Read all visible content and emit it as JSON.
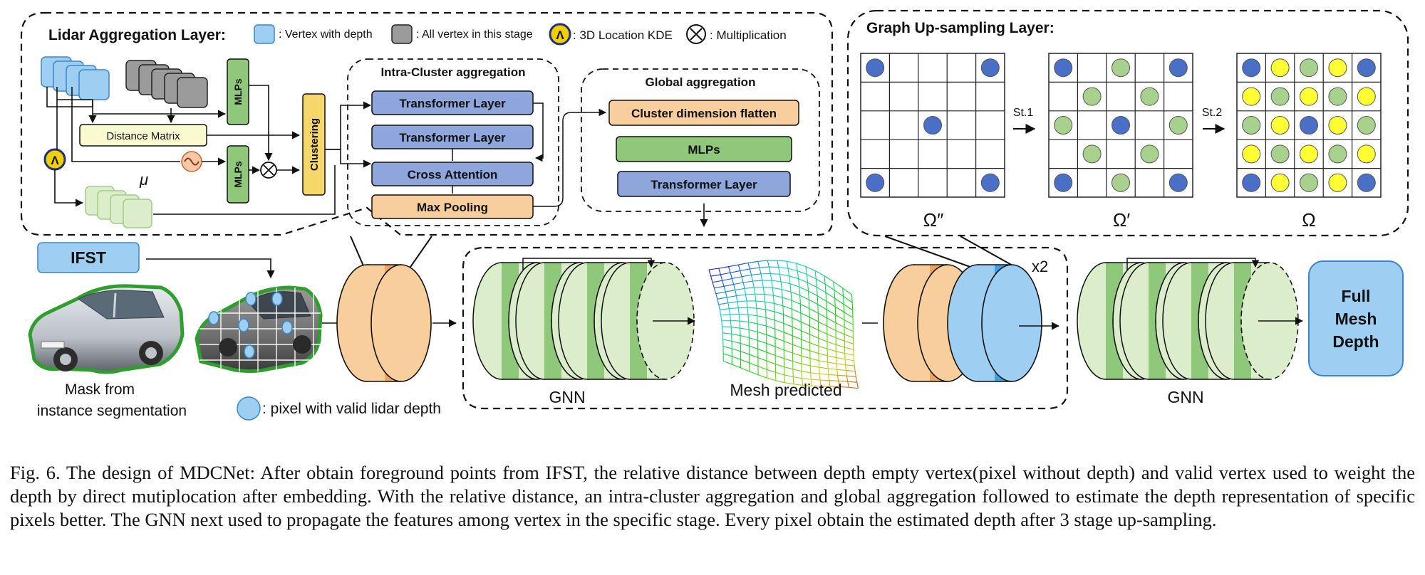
{
  "lidar_layer": {
    "title": "Lidar Aggregation Layer:",
    "legend": {
      "vertex_depth": ": Vertex with depth",
      "all_vertex": ": All vertex in this stage",
      "kde_symbol": "Λ",
      "kde": ": 3D Location KDE",
      "multiplication": ": Multiplication"
    },
    "distance_matrix": "Distance Matrix",
    "mlps": "MLPs",
    "clustering": "Clustering",
    "mu": "μ",
    "multiply_symbol": "×",
    "intra_cluster": {
      "title": "Intra-Cluster aggregation",
      "blocks": [
        "Transformer Layer",
        "Transformer Layer",
        "Cross Attention",
        "Max Pooling"
      ]
    },
    "global": {
      "title": "Global aggregation",
      "blocks": [
        "Cluster dimension flatten",
        "MLPs",
        "Transformer Layer"
      ]
    }
  },
  "upsampling": {
    "title": "Graph Up-sampling Layer:",
    "step1": "St.1",
    "step2": "St.2",
    "grid_labels": [
      "Ω″",
      "Ω′",
      "Ω"
    ],
    "colors": {
      "blue": "#4a6fc6",
      "green": "#a9d18e",
      "yellow": "#ffff33",
      "grid": "#222222"
    }
  },
  "bottom": {
    "ifst": "IFST",
    "mask_label_line1": "Mask from",
    "mask_label_line2": "instance segmentation",
    "pixel_legend": ": pixel with valid lidar depth",
    "gnn_1": "GNN",
    "gnn_2": "GNN",
    "mesh_predicted": "Mesh predicted",
    "x2": "x2",
    "full_mesh": [
      "Full",
      "Mesh",
      "Depth"
    ]
  },
  "caption": "Fig. 6.  The design of MDCNet: After obtain foreground points from IFST, the relative distance between depth empty vertex(pixel without depth) and valid vertex used to weight the depth by direct mutiplocation after embedding. With the relative distance, an intra-cluster aggregation and global aggregation followed to estimate the depth representation of specific pixels better. The GNN next used to propagate the features among vertex in the specific stage. Every pixel obtain the estimated depth after 3 stage up-sampling."
}
